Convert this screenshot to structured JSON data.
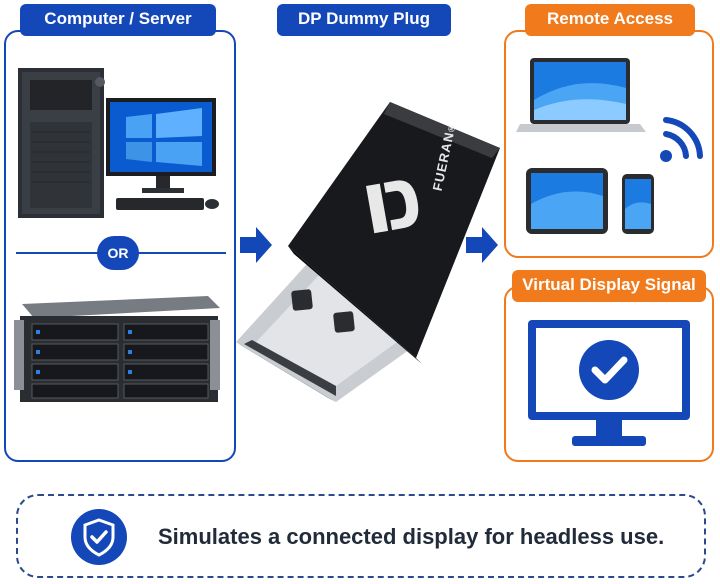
{
  "labels": {
    "computer_server": "Computer / Server",
    "dp_dummy_plug": "DP Dummy Plug",
    "remote_access": "Remote Access",
    "virtual_display_signal": "Virtual Display Signal",
    "or": "OR",
    "brand": "FUERAN",
    "registered_mark": "®"
  },
  "banner": {
    "text": "Simulates a connected display for headless use."
  },
  "colors": {
    "primary_blue": "#1448b8",
    "accent_orange": "#f07a1c",
    "dashed_border": "#2a4a8f"
  },
  "icons": {
    "shield": "shield-check-icon",
    "wifi": "wifi-icon",
    "check": "checkmark-icon"
  }
}
